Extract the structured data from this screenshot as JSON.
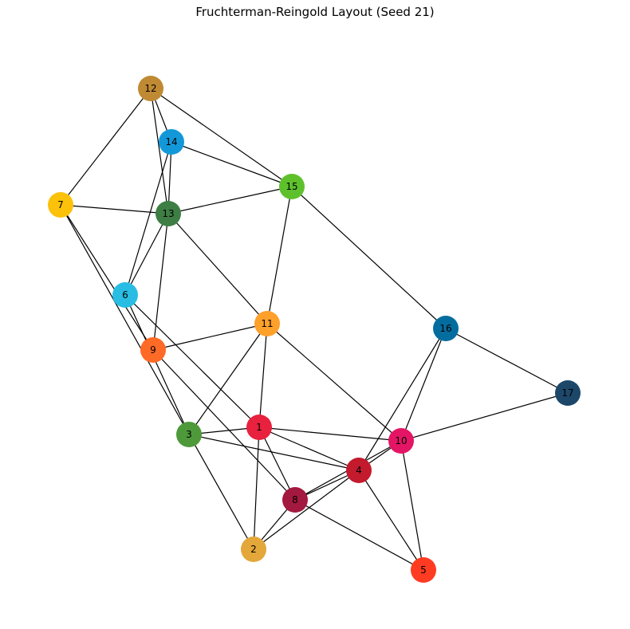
{
  "title": "Fruchterman-Reingold Layout (Seed 21)",
  "nodes": [
    {
      "id": "1",
      "color": "#e8213e"
    },
    {
      "id": "2",
      "color": "#e3a73a"
    },
    {
      "id": "3",
      "color": "#4e9a3a"
    },
    {
      "id": "4",
      "color": "#c41a2e"
    },
    {
      "id": "5",
      "color": "#ff3b22"
    },
    {
      "id": "6",
      "color": "#2abde3"
    },
    {
      "id": "7",
      "color": "#fcc10a"
    },
    {
      "id": "8",
      "color": "#a3193f"
    },
    {
      "id": "9",
      "color": "#ff6a26"
    },
    {
      "id": "10",
      "color": "#e41565"
    },
    {
      "id": "11",
      "color": "#ffa02b"
    },
    {
      "id": "12",
      "color": "#bf8a33"
    },
    {
      "id": "13",
      "color": "#3e7e45"
    },
    {
      "id": "14",
      "color": "#1298d9"
    },
    {
      "id": "15",
      "color": "#5ec12c"
    },
    {
      "id": "16",
      "color": "#046da0"
    },
    {
      "id": "17",
      "color": "#1c4769"
    }
  ],
  "edges": [
    [
      "12",
      "14"
    ],
    [
      "12",
      "13"
    ],
    [
      "12",
      "15"
    ],
    [
      "12",
      "7"
    ],
    [
      "14",
      "15"
    ],
    [
      "14",
      "13"
    ],
    [
      "14",
      "6"
    ],
    [
      "15",
      "13"
    ],
    [
      "15",
      "11"
    ],
    [
      "15",
      "16"
    ],
    [
      "7",
      "13"
    ],
    [
      "7",
      "9"
    ],
    [
      "7",
      "3"
    ],
    [
      "13",
      "6"
    ],
    [
      "13",
      "9"
    ],
    [
      "13",
      "11"
    ],
    [
      "6",
      "1"
    ],
    [
      "6",
      "3"
    ],
    [
      "9",
      "11"
    ],
    [
      "9",
      "8"
    ],
    [
      "11",
      "3"
    ],
    [
      "11",
      "1"
    ],
    [
      "11",
      "10"
    ],
    [
      "3",
      "1"
    ],
    [
      "3",
      "4"
    ],
    [
      "3",
      "2"
    ],
    [
      "1",
      "10"
    ],
    [
      "1",
      "4"
    ],
    [
      "1",
      "8"
    ],
    [
      "1",
      "2"
    ],
    [
      "10",
      "8"
    ],
    [
      "10",
      "4"
    ],
    [
      "10",
      "5"
    ],
    [
      "10",
      "17"
    ],
    [
      "10",
      "16"
    ],
    [
      "16",
      "4"
    ],
    [
      "16",
      "17"
    ],
    [
      "4",
      "8"
    ],
    [
      "4",
      "5"
    ],
    [
      "4",
      "2"
    ],
    [
      "8",
      "2"
    ],
    [
      "8",
      "5"
    ]
  ]
}
